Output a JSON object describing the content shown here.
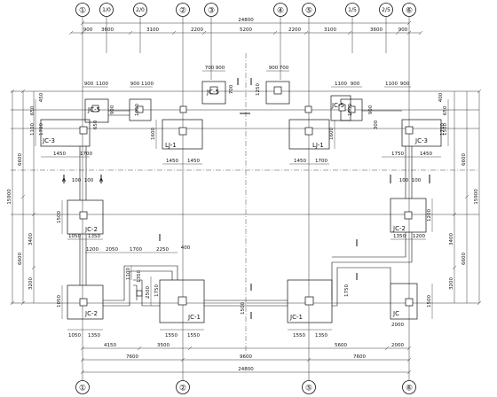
{
  "top_axes": [
    "①",
    "1/0",
    "2/0",
    "②",
    "③",
    "④",
    "⑤",
    "1/5",
    "2/5",
    "⑥"
  ],
  "bottom_axes": [
    "①",
    "②",
    "⑤",
    "⑥"
  ],
  "top_overall": "24800",
  "top_row": [
    "900",
    "3600",
    "3100",
    "2200",
    "5200",
    "2200",
    "3100",
    "3600",
    "900"
  ],
  "bottom_overall": "24800",
  "bottom_row1": [
    "4150",
    "3500",
    "5600",
    "2000"
  ],
  "bottom_row2": [
    "7600",
    "9600",
    "7600"
  ],
  "left_overall": "15900",
  "left_outer": [
    "6600",
    "6600"
  ],
  "left_inner": [
    "3400",
    "3200"
  ],
  "right_overall": "15900",
  "right_outer": [
    "6600",
    "6600"
  ],
  "right_inner": [
    "3400",
    "3200"
  ],
  "foundations": {
    "jc3_left": "JC-3",
    "jc3_right": "JC-3",
    "jc5_left": "JC-5",
    "jc5_mid": "JC-5",
    "jc5_right": "JC-5",
    "lj1_left": "LJ-1",
    "lj1_right": "LJ-1",
    "jc2_left_upper": "JC-2",
    "jc2_right_upper": "JC-2",
    "jc2_left_lower": "JC-2",
    "jc1_left": "JC-1",
    "jc1_right": "JC-1",
    "jc_partial": "JC"
  },
  "section_marks": [
    "A",
    "A"
  ],
  "local_dims": {
    "d900a": "900",
    "d1100a": "1100",
    "d900b": "900",
    "d1100b": "1100",
    "d700a": "700",
    "d900c": "900",
    "d900d": "900",
    "d700b": "700",
    "d1100c": "1100",
    "d900e": "900",
    "d1100d": "1100",
    "d900f": "900",
    "d1450a": "1450",
    "d1700a": "1700",
    "d1450b": "1450",
    "d1700b": "1700",
    "d1450c": "1450",
    "d1450d": "1450",
    "d1750a": "1750",
    "d1450e": "1450",
    "d100a": "100",
    "d100b": "100",
    "d100c": "100",
    "d100d": "100",
    "d1050a": "1050",
    "d1350a": "1350",
    "d1350b": "1350",
    "d1200a": "1200",
    "d2050": "2050",
    "d1700c": "1700",
    "d2250": "2250",
    "d400": "400",
    "d1350c": "1350",
    "d1200b": "1200",
    "d1050b": "1050",
    "d1350d": "1350",
    "d1550a": "1550",
    "d1550b": "1550",
    "d1550c": "1550",
    "d1350e": "1350",
    "d2000": "2000",
    "d1100e": "1100",
    "d2500": "2500",
    "d1750b": "1750",
    "d1750c": "1750",
    "d1500": "1500",
    "d1200c": "1200",
    "d1500b": "1500",
    "d1600a": "1600",
    "d1600b": "1600",
    "d1700d": "1700",
    "d1700e": "1700",
    "d1050c": "1050",
    "d1050d": "1050",
    "d1500c": "1500",
    "d1600c": "1600",
    "d1250": "1250",
    "d400b": "400",
    "d650a": "650",
    "d650b": "650",
    "d900g": "900",
    "d300": "300",
    "d1500d": "1500",
    "d900h": "900",
    "d700c": "700",
    "d1100f": "1100",
    "d650c": "650",
    "d450": "450"
  }
}
